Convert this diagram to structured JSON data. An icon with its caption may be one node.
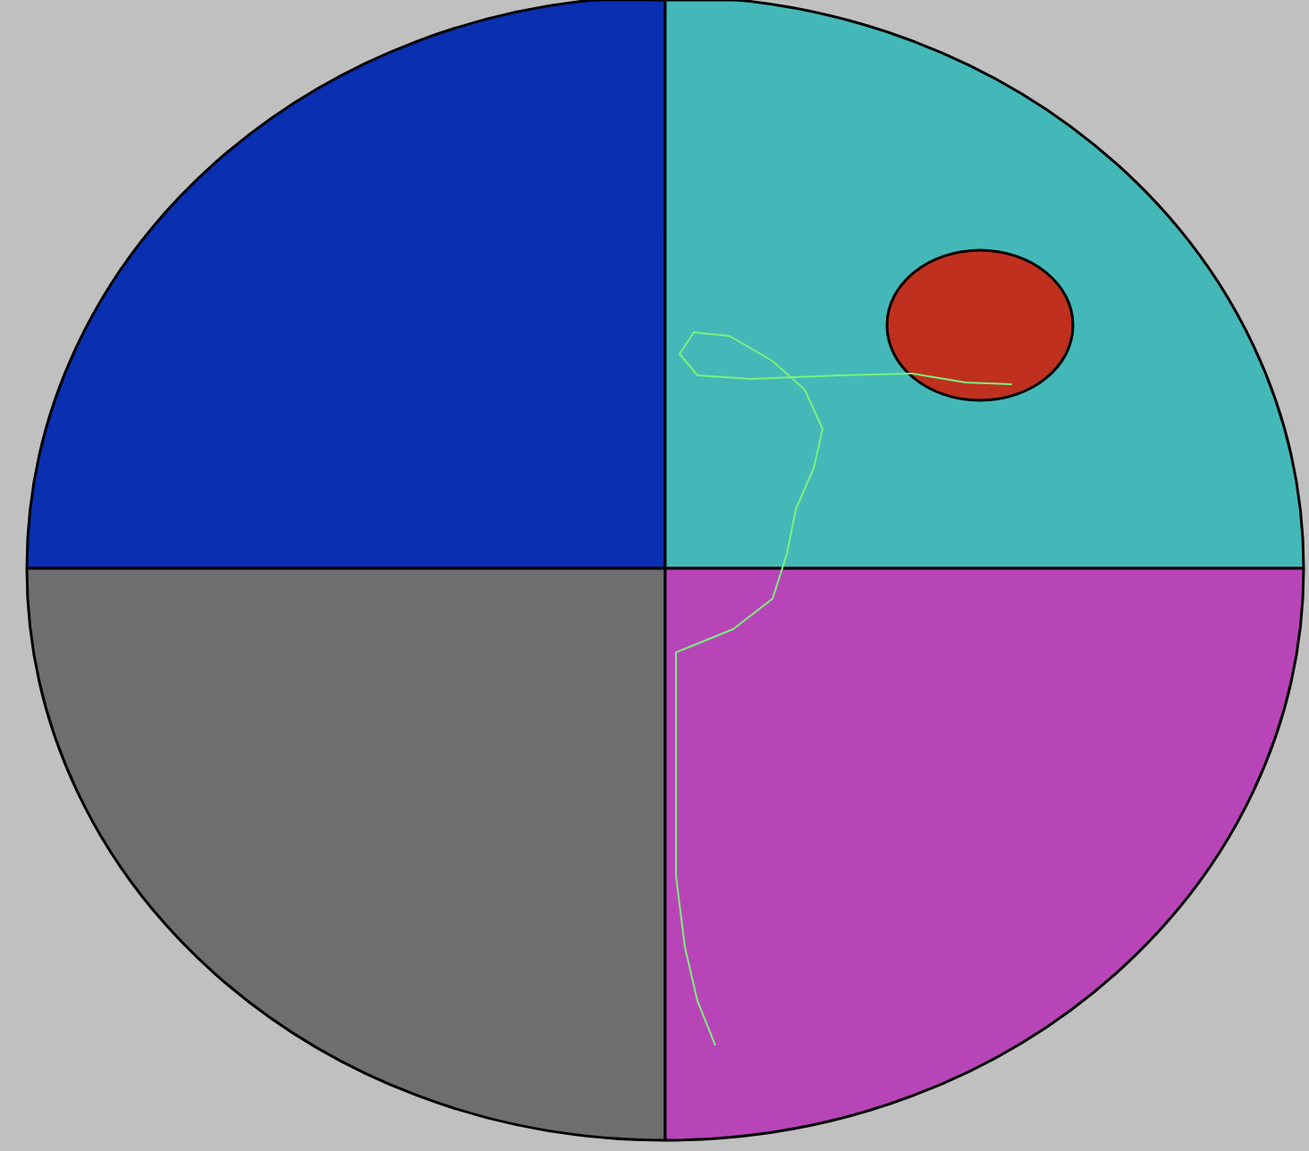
{
  "diagram": {
    "nodes": [
      {
        "text": [],
        "shape": "circle"
      },
      {
        "text": [],
        "shape": "box",
        "in": 0
      },
      {
        "text": [],
        "shape": "box",
        "in": 0
      },
      {
        "text": [],
        "shape": "box",
        "in": 0
      },
      {
        "text": [],
        "shape": "box",
        "in": 0
      },
      {
        "text": [],
        "shape": "circle",
        "in": 2
      }
    ],
    "edges": [
      {
        "from": 4,
        "to": 5,
        "arrow": "none",
        "color": "#7cf07c"
      }
    ]
  }
}
